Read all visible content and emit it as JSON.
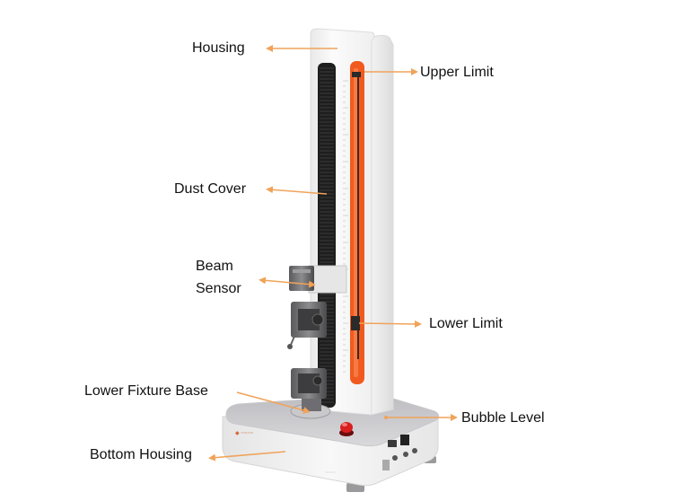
{
  "labels": {
    "housing": "Housing",
    "upper_limit": "Upper Limit",
    "dust_cover": "Dust Cover",
    "beam_sensor_line1": "Beam",
    "beam_sensor_line2": "Sensor",
    "lower_limit": "Lower Limit",
    "lower_fixture_base": "Lower Fixture Base",
    "bubble_level": "Bubble Level",
    "bottom_housing": "Bottom Housing"
  },
  "colors": {
    "arrow": "#F0A35A",
    "limit_strip": "#F15A1F",
    "housing": "#F7F7F7",
    "dust_cover": "#1E1E1E",
    "base_top": "#CFCFD2",
    "emergency_button": "#D91E1E"
  }
}
